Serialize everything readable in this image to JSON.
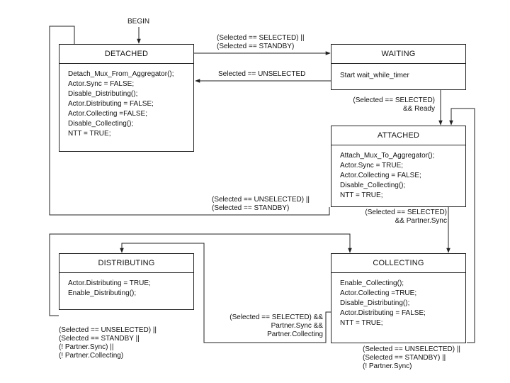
{
  "begin_label": "BEGIN",
  "states": {
    "detached": {
      "title": "DETACHED",
      "actions": [
        "Detach_Mux_From_Aggregator();",
        "Actor.Sync = FALSE;",
        "Disable_Distributing();",
        "Actor.Distributing = FALSE;",
        "Actor.Collecting =FALSE;",
        "Disable_Collecting();",
        "NTT = TRUE;"
      ]
    },
    "waiting": {
      "title": "WAITING",
      "actions": [
        "Start wait_while_timer"
      ]
    },
    "attached": {
      "title": "ATTACHED",
      "actions": [
        "Attach_Mux_To_Aggregator();",
        "Actor.Sync = TRUE;",
        "Actor.Collecting = FALSE;",
        "Disable_Collecting();",
        "NTT = TRUE;"
      ]
    },
    "distributing": {
      "title": "DISTRIBUTING",
      "actions": [
        "Actor.Distributing = TRUE;",
        "Enable_Distributing();"
      ]
    },
    "collecting": {
      "title": "COLLECTING",
      "actions": [
        "Enable_Collecting();",
        "Actor.Collecting =TRUE;",
        "Disable_Distributing();",
        "Actor.Distributing = FALSE;",
        "NTT = TRUE;"
      ]
    }
  },
  "transitions": {
    "detached_to_waiting": [
      "(Selected == SELECTED) ||",
      "(Selected == STANDBY)"
    ],
    "waiting_to_detached": [
      "Selected == UNSELECTED"
    ],
    "waiting_to_attached": [
      "(Selected == SELECTED)",
      "&& Ready"
    ],
    "attached_to_detached": [
      "(Selected == UNSELECTED) ||",
      "(Selected == STANDBY)"
    ],
    "attached_to_collecting": [
      "(Selected == SELECTED)",
      "&& Partner.Sync"
    ],
    "collecting_to_distributing": [
      "(Selected == SELECTED) &&",
      "Partner.Sync &&",
      "Partner.Collecting"
    ],
    "distributing_to_collecting": [
      "(Selected == UNSELECTED) ||",
      "(Selected == STANDBY ||",
      "(! Partner.Sync) ||",
      "(! Partner.Collecting)"
    ],
    "collecting_to_attached": [
      "(Selected == UNSELECTED) ||",
      "(Selected == STANDBY) ||",
      "(! Partner.Sync)"
    ]
  }
}
